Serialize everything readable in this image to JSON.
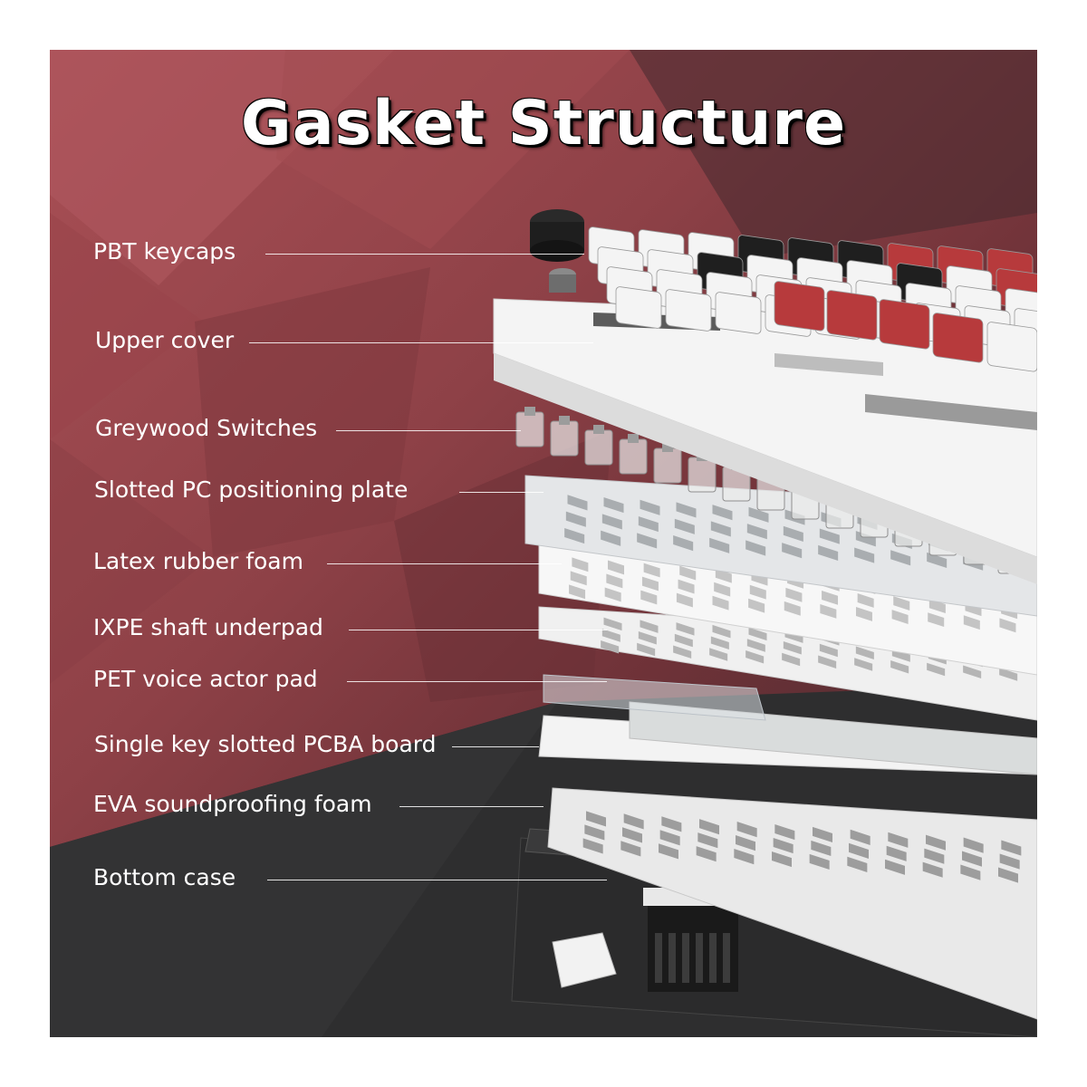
{
  "title": "Gasket Structure",
  "colors": {
    "background_red": "#8e4147",
    "background_dark": "#2e2e2f",
    "keycap_red": "#b73a3c",
    "keycap_white": "#f4f4f4",
    "keycap_black": "#1f1f1f",
    "label_text": "#ffffff"
  },
  "layers": [
    {
      "label": "PBT keycaps"
    },
    {
      "label": "Upper cover"
    },
    {
      "label": "Greywood  Switches"
    },
    {
      "label": "Slotted PC positioning plate"
    },
    {
      "label": "Latex rubber foam"
    },
    {
      "label": "IXPE shaft underpad"
    },
    {
      "label": "PET voice actor pad"
    },
    {
      "label": "Single key slotted PCBA board"
    },
    {
      "label": "EVA soundproofing foam"
    },
    {
      "label": "Bottom case"
    }
  ]
}
